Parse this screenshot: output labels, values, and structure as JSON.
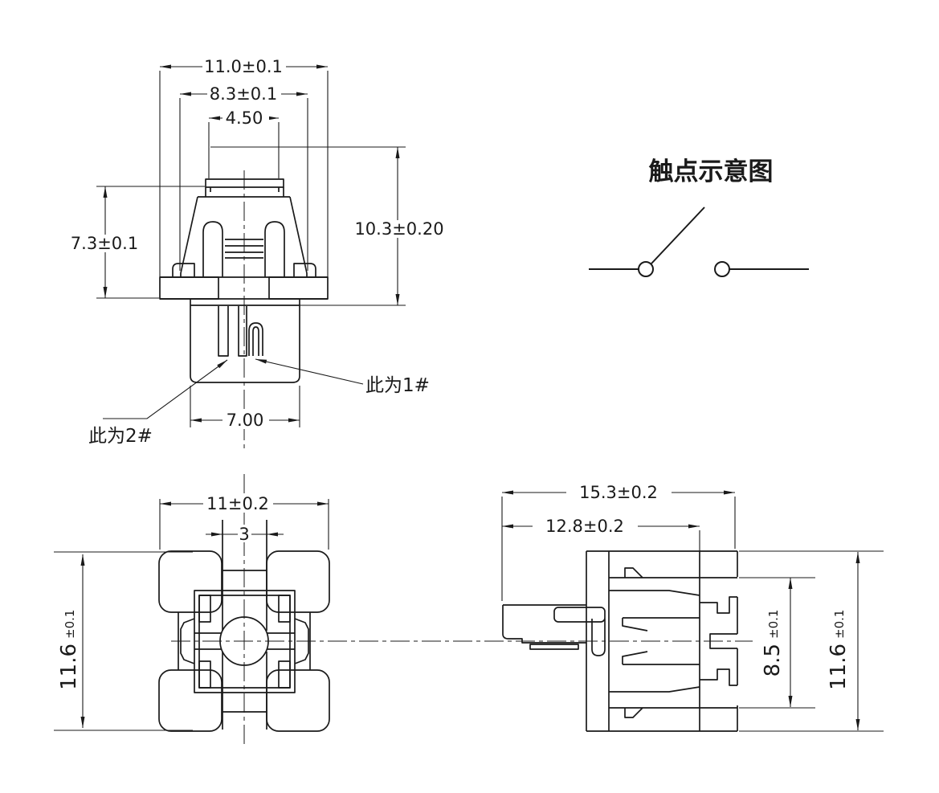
{
  "drawing": {
    "front_view": {
      "dim_outer_width": "11.0±0.1",
      "dim_mid_width": "8.3±0.1",
      "dim_cap_width": "4.50",
      "dim_body_height": "7.3±0.1",
      "dim_total_height": "10.3±0.20",
      "dim_stem_width": "7.00",
      "label_pin1": "此为1#",
      "label_pin2": "此为2#"
    },
    "contact_diagram": {
      "title": "触点示意图"
    },
    "plan_view": {
      "dim_width": "11±0.2",
      "dim_channel_width": "3",
      "dim_height_value": "11.6",
      "dim_height_tol": "±0.1"
    },
    "side_view": {
      "dim_outer_width": "15.3±0.2",
      "dim_inner_width": "12.8±0.2",
      "dim_terminal_span_value": "8.5",
      "dim_terminal_span_tol": "±0.1",
      "dim_height_value": "11.6",
      "dim_height_tol": "±0.1"
    },
    "colors": {
      "line": "#1a1a1a",
      "background": "#ffffff"
    }
  }
}
